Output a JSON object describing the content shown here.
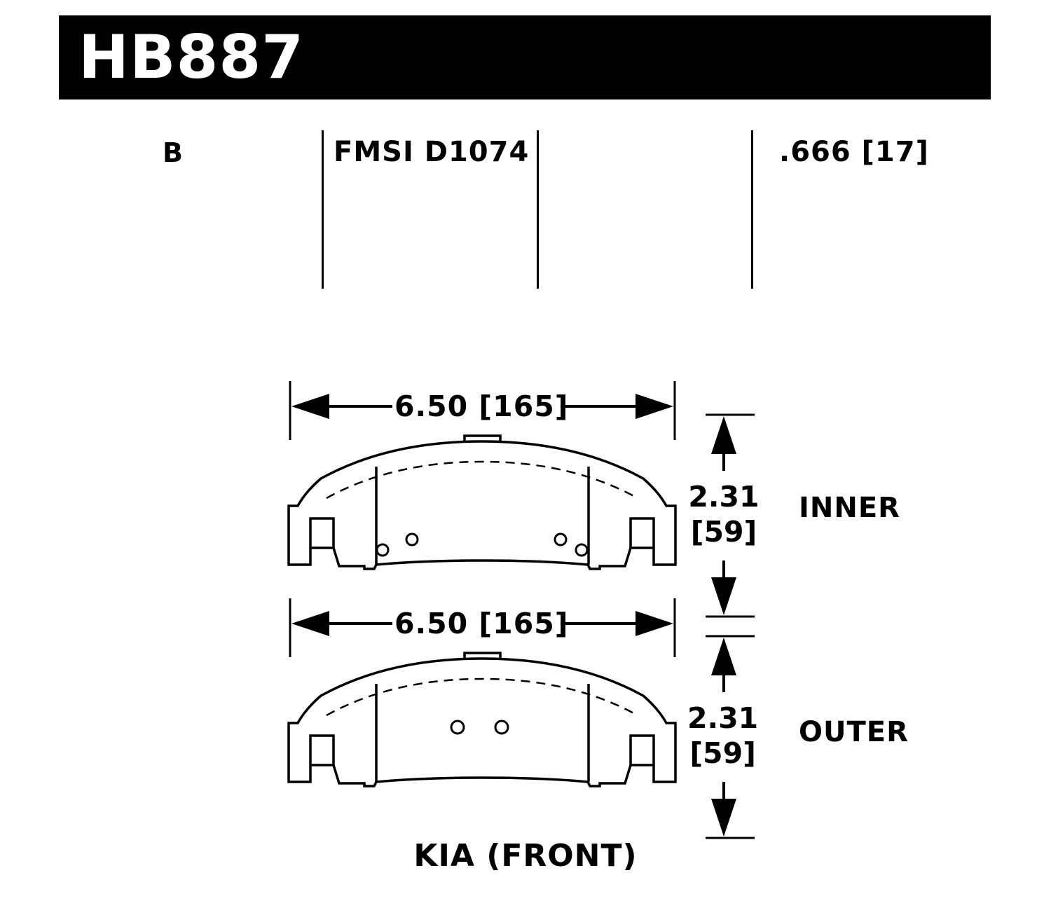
{
  "header": {
    "part_number": "HB887"
  },
  "info": {
    "compound": "B",
    "fmsi": "FMSI D1074",
    "thickness": ".666 [17]"
  },
  "pads": [
    {
      "position_label": "INNER",
      "width": "6.50 [165]",
      "height_in": "2.31",
      "height_mm": "[59]"
    },
    {
      "position_label": "OUTER",
      "width": "6.50 [165]",
      "height_in": "2.31",
      "height_mm": "[59]"
    }
  ],
  "caption": "KIA (FRONT)",
  "colors": {
    "ink": "#000000",
    "paper": "#ffffff"
  }
}
